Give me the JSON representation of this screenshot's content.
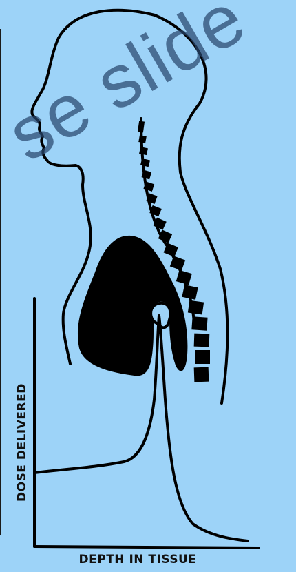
{
  "diagram": {
    "watermark_text": "se slide",
    "y_axis_label": "DOSE DELIVERED",
    "x_axis_label": "DEPTH IN TISSUE"
  },
  "colors": {
    "background": "#9dd3f8",
    "ink": "#000000",
    "watermark": "#28466e"
  }
}
